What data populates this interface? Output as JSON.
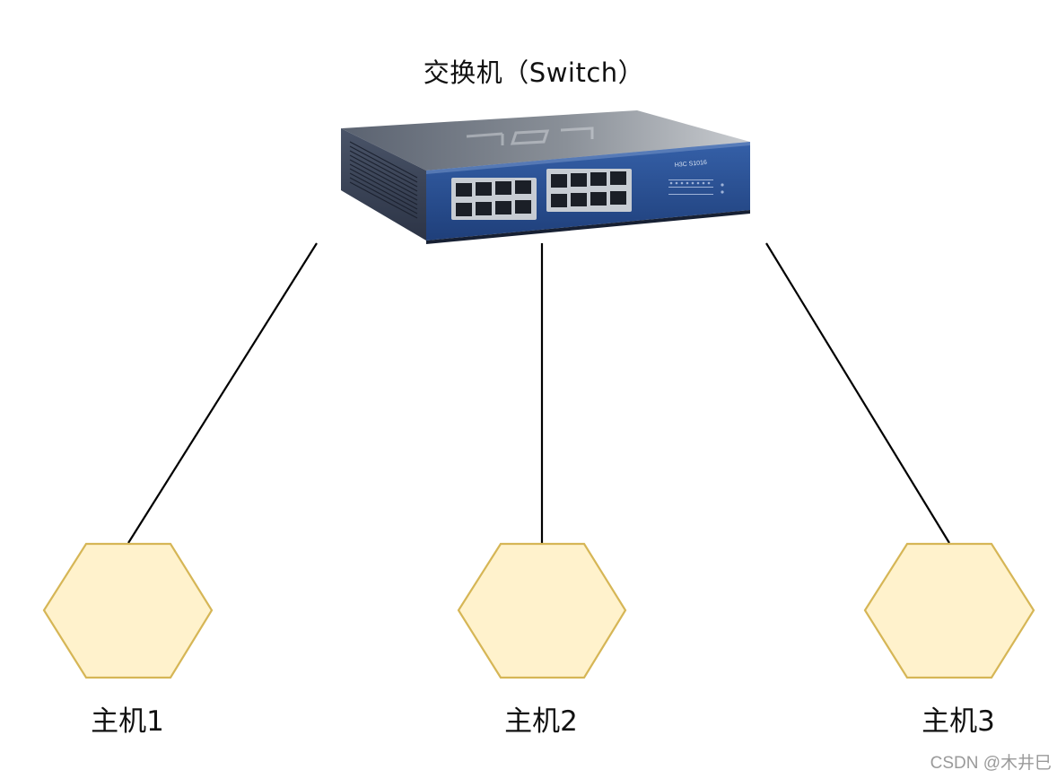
{
  "switch": {
    "label": "交换机（Switch）",
    "brand": "H3C S1016",
    "icon": "network-switch-icon"
  },
  "hosts": [
    {
      "label": "主机1"
    },
    {
      "label": "主机2"
    },
    {
      "label": "主机3"
    }
  ],
  "colors": {
    "host_fill": "#FFF2CC",
    "host_stroke": "#D6B656",
    "link": "#000000",
    "switch_front": "#2A4E8F",
    "switch_body": "#3A4660"
  },
  "watermark": "CSDN @木井巳"
}
